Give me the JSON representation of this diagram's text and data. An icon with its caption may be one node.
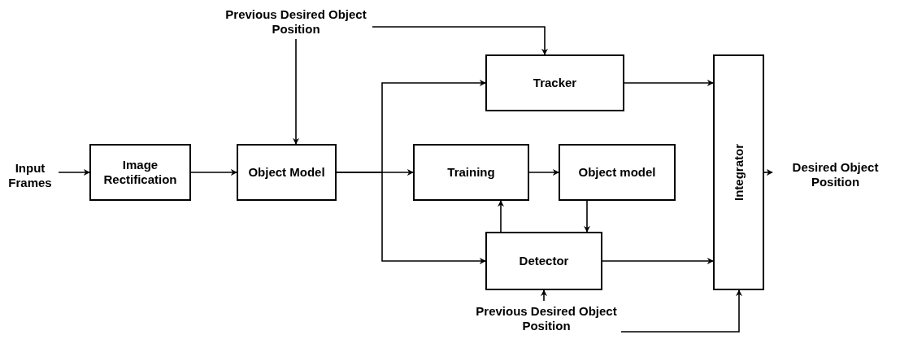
{
  "diagram": {
    "nodes": [
      {
        "text": [
          "Input Frames"
        ]
      },
      {
        "text": [
          "Image Rectification"
        ]
      },
      {
        "text": [
          "Object Model"
        ]
      },
      {
        "text": [
          "Previous Desired Object Position"
        ]
      },
      {
        "text": [
          "Tracker"
        ]
      },
      {
        "text": [
          "Training"
        ]
      },
      {
        "text": [
          "Object model"
        ]
      },
      {
        "text": [
          "Detector"
        ]
      },
      {
        "text": [
          "Integrator"
        ]
      },
      {
        "text": [
          "Desired Object Position"
        ]
      },
      {
        "text": [
          "Previous Desired Object Position"
        ]
      }
    ],
    "edges": [
      {
        "from": 0,
        "to": 1,
        "arrow": "to"
      },
      {
        "from": 1,
        "to": 2,
        "arrow": "to"
      },
      {
        "from": 3,
        "to": 2,
        "arrow": "to"
      },
      {
        "from": 3,
        "to": 4,
        "arrow": "to"
      },
      {
        "from": 2,
        "to": 5,
        "arrow": "to"
      },
      {
        "from": 2,
        "to": 4,
        "arrow": "to"
      },
      {
        "from": 2,
        "to": 7,
        "arrow": "to"
      },
      {
        "from": 5,
        "to": 6,
        "arrow": "to"
      },
      {
        "from": 6,
        "to": 7,
        "arrow": "to"
      },
      {
        "from": 7,
        "to": 5,
        "arrow": "to"
      },
      {
        "from": 4,
        "to": 8,
        "arrow": "to"
      },
      {
        "from": 7,
        "to": 8,
        "arrow": "to"
      },
      {
        "from": 10,
        "to": 7,
        "arrow": "to"
      },
      {
        "from": 10,
        "to": 8,
        "arrow": "to"
      },
      {
        "from": 8,
        "to": 9,
        "arrow": "to"
      }
    ]
  }
}
